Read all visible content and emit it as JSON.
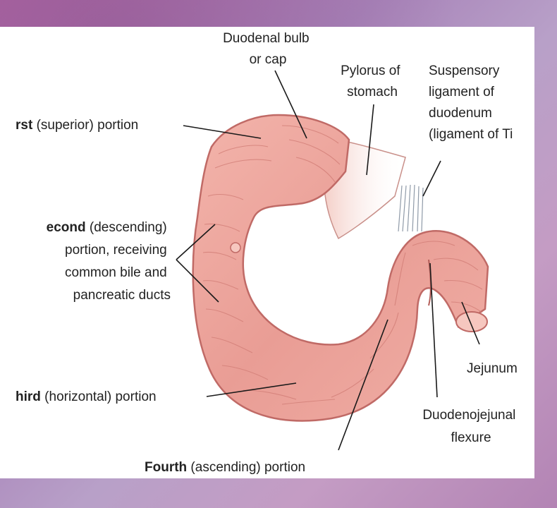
{
  "labels": {
    "duodenal_bulb": [
      "Duodenal bulb",
      "or cap"
    ],
    "pylorus": [
      "Pylorus of",
      "stomach"
    ],
    "suspensory": [
      "Suspensory",
      "ligament of",
      "duodenum",
      "(ligament of Ti"
    ],
    "first": {
      "bold": "rst",
      "rest": " (superior) portion"
    },
    "second": {
      "bold": "econd",
      "rest": " (descending)",
      "lines": [
        "portion, receiving",
        "common bile and",
        "pancreatic ducts"
      ]
    },
    "third": {
      "bold": "hird",
      "rest": " (horizontal) portion"
    },
    "fourth": {
      "bold": "Fourth",
      "rest": " (ascending) portion"
    },
    "jejunum": "Jejunum",
    "dj_flexure": [
      "Duodenojejunal",
      "flexure"
    ]
  },
  "colors": {
    "gut_fill": "#eea79f",
    "gut_outline": "#c06a66",
    "gut_lumen": "#f6c7bf",
    "stomach": "#f1c6bf",
    "ligament": "#8f9aa8"
  }
}
